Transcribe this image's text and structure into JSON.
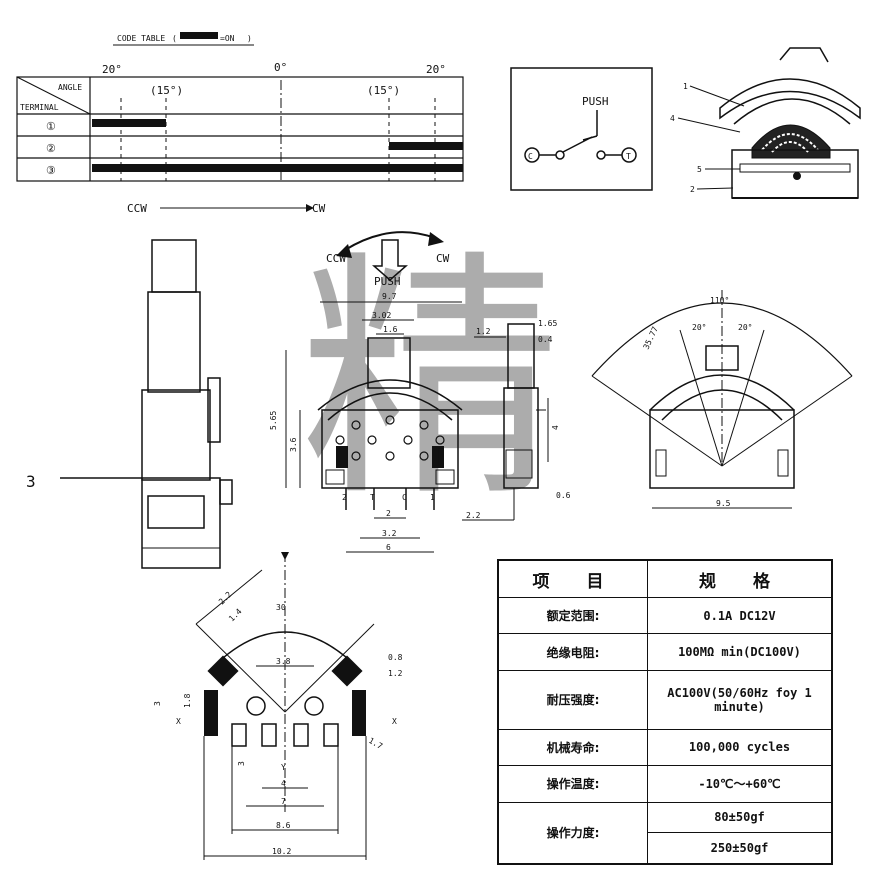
{
  "code_table": {
    "title": "CODE TABLE",
    "legend_on": "=ON",
    "corner_top": "ANGLE",
    "corner_bottom": "TERMINAL",
    "angle_labels": [
      "20°",
      "0°",
      "20°"
    ],
    "sub_angles": [
      "(15°)",
      "(15°)"
    ],
    "rows": [
      "①",
      "②",
      "③"
    ],
    "ccw": "CCW",
    "cw": "CW"
  },
  "schematic": {
    "push_label": "PUSH",
    "left_terminal": "C",
    "right_terminal": "T"
  },
  "exploded_view": {
    "callouts": [
      "1",
      "4",
      "5",
      "2"
    ]
  },
  "side_view": {
    "callout": "3"
  },
  "front_view": {
    "ccw": "CCW",
    "cw": "CW",
    "push": "PUSH",
    "dim_top": "9.7",
    "dim_302": "3.02",
    "dim_16": "1.6",
    "dim_height_a": "5.65",
    "dim_height_b": "3.6",
    "pin_labels": [
      "2",
      "T",
      "C",
      "1"
    ],
    "dim_2": "2",
    "dim_32": "3.2",
    "dim_6": "6"
  },
  "thin_view": {
    "dim_a": "1.2",
    "dim_b": "1.65",
    "dim_c": "0.4",
    "dim_d": "4",
    "dim_e": "0.6",
    "dim_f": "2.2"
  },
  "arc_view": {
    "angle_total": "110°",
    "angle_left": "20°",
    "angle_right": "20°",
    "dim_radius": "35.77",
    "dim_width": "9.5"
  },
  "pcb_view": {
    "dim_a": "2.2",
    "dim_b": "1.4",
    "dim_angle": "30",
    "dim_c": "0.8",
    "dim_d": "1.2",
    "dim_e": "3.8",
    "dim_f": "3",
    "dim_g": "1.8",
    "dim_h": "1.7",
    "dim_i": "3",
    "dim_j": "4",
    "dim_k": "7",
    "dim_l": "8.6",
    "dim_m": "10.2",
    "mark_x": "X",
    "mark_y": "Y"
  },
  "spec": {
    "header_item": "项　目",
    "header_spec": "规　格",
    "rows": [
      {
        "item": "额定范围:",
        "spec": "0.1A DC12V"
      },
      {
        "item": "绝缘电阻:",
        "spec": "100MΩ min(DC100V)"
      },
      {
        "item": "耐压强度:",
        "spec": "AC100V(50/60Hz foy 1 minute)"
      },
      {
        "item": "机械寿命:",
        "spec": "100,000 cycles"
      },
      {
        "item": "操作温度:",
        "spec": "-10℃～+60℃"
      }
    ],
    "force_item": "操作力度:",
    "force_values": [
      "80±50gf",
      "250±50gf"
    ]
  },
  "watermark": "精"
}
